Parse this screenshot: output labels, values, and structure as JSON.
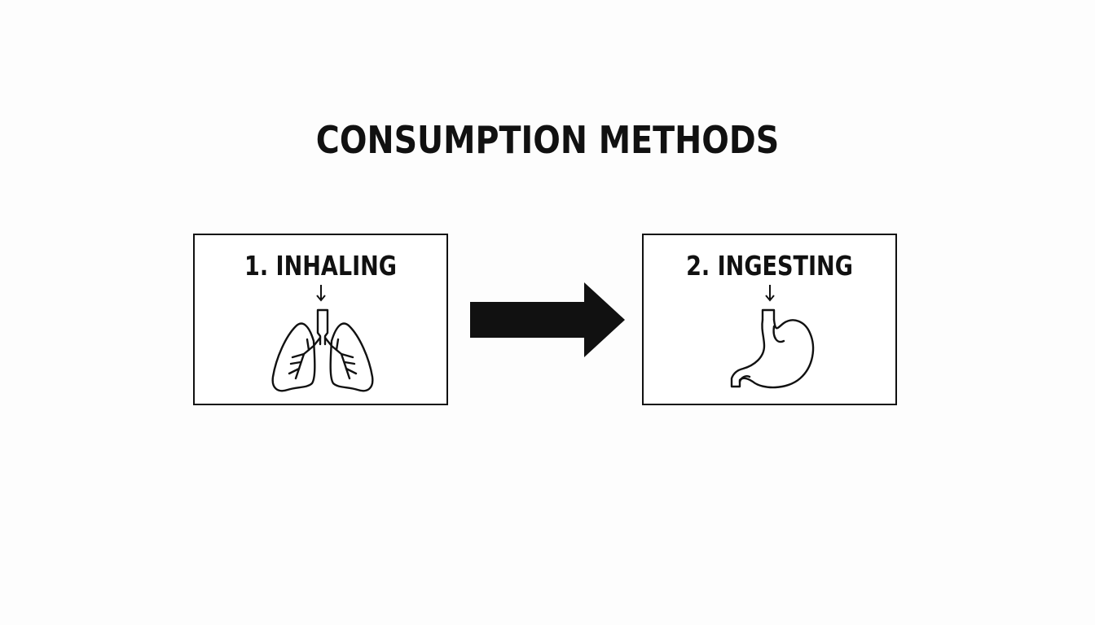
{
  "title": "CONSUMPTION METHODS",
  "steps": [
    {
      "label": "1. INHALING",
      "icon": "lungs-icon"
    },
    {
      "label": "2. INGESTING",
      "icon": "stomach-icon"
    }
  ],
  "connector_icon": "right-arrow-icon",
  "colors": {
    "background": "#fdfdfd",
    "ink": "#111111"
  }
}
